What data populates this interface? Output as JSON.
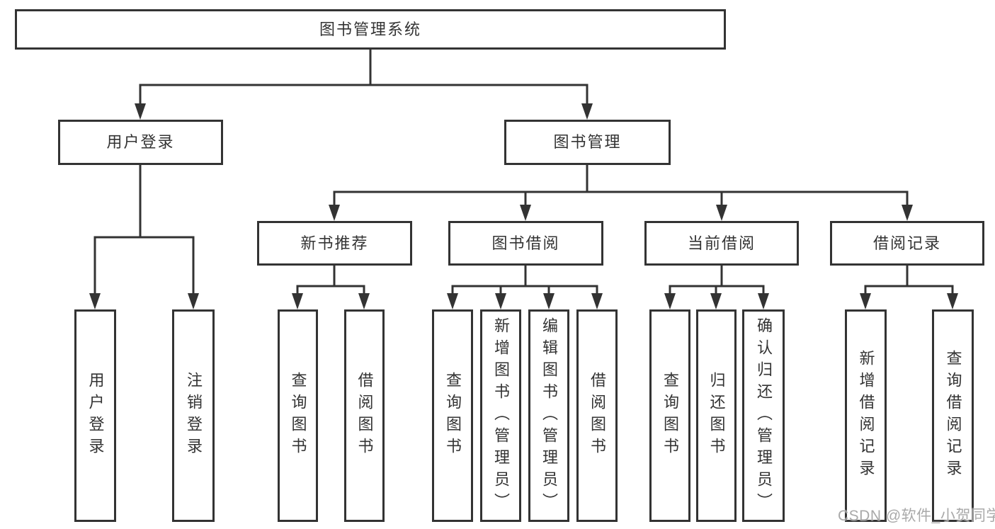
{
  "diagram": {
    "root": {
      "label": "图书管理系统"
    },
    "level2": [
      {
        "label": "用户登录"
      },
      {
        "label": "图书管理"
      }
    ],
    "level3": [
      {
        "label": "新书推荐"
      },
      {
        "label": "图书借阅"
      },
      {
        "label": "当前借阅"
      },
      {
        "label": "借阅记录"
      }
    ],
    "leaves": {
      "user_login": [
        {
          "label": "用户登录"
        },
        {
          "label": "注销登录"
        }
      ],
      "new_book": [
        {
          "label": "查询图书"
        },
        {
          "label": "借阅图书"
        }
      ],
      "book_borrow": [
        {
          "label": "查询图书"
        },
        {
          "label": "新增图书（管理员）"
        },
        {
          "label": "编辑图书（管理员）"
        },
        {
          "label": "借阅图书"
        }
      ],
      "current_borrow": [
        {
          "label": "查询图书"
        },
        {
          "label": "归还图书"
        },
        {
          "label": "确认归还（管理员）"
        }
      ],
      "borrow_record": [
        {
          "label": "新增借阅记录"
        },
        {
          "label": "查询借阅记录"
        }
      ]
    }
  },
  "colors": {
    "line": "#333333",
    "text": "#333333",
    "background": "#ffffff",
    "watermark": "#a0a0a0"
  },
  "watermark": {
    "text": "CSDN @软件_小贺同学"
  }
}
